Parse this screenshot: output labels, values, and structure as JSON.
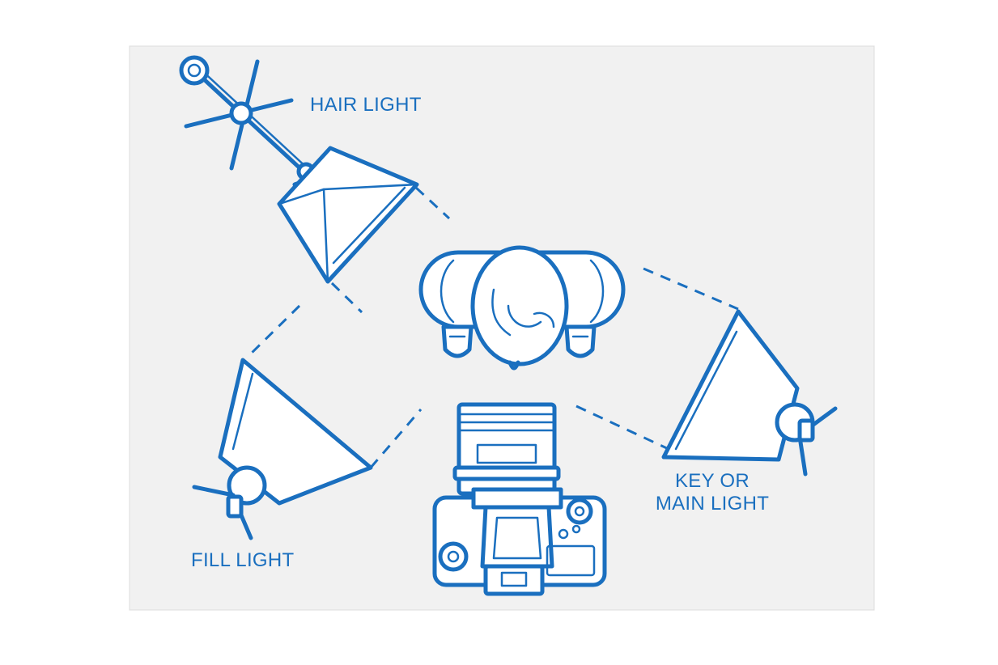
{
  "colors": {
    "stroke": "#1a6fbf",
    "panel": "#f1f1f1",
    "background": "#ffffff"
  },
  "labels": {
    "hair_light": "HAIR LIGHT",
    "fill_light": "FILL LIGHT",
    "key_light_line1": "KEY OR",
    "key_light_line2": "MAIN LIGHT"
  },
  "icons": {
    "hair": "softbox-on-boom-stand-icon",
    "fill": "softbox-fill-icon",
    "key": "softbox-key-icon",
    "subject": "person-top-view-icon",
    "camera": "camera-top-view-icon"
  }
}
